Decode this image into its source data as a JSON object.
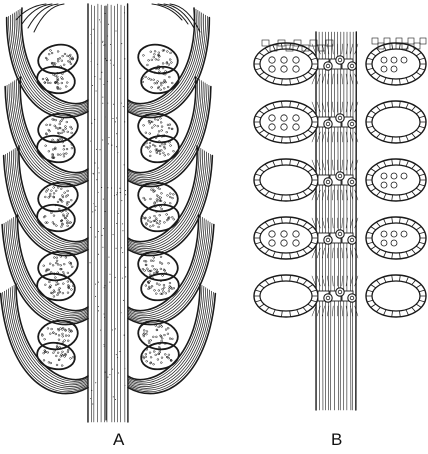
{
  "figure": {
    "panels": [
      {
        "label": "A",
        "sporangia_pairs_per_side": 5,
        "ink": "#1a1a1a"
      },
      {
        "label": "B",
        "tiers": 5,
        "ink": "#1a1a1a"
      }
    ]
  }
}
